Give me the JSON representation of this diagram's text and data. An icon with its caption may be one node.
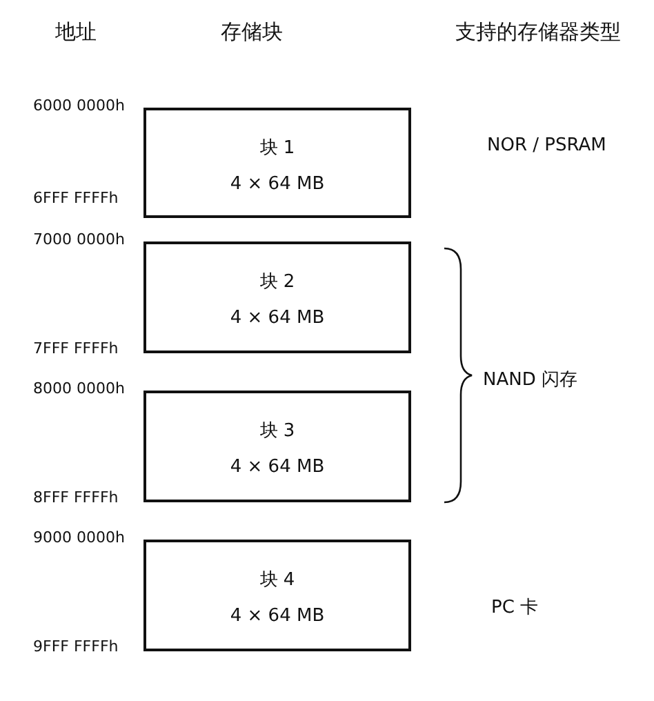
{
  "diagram": {
    "nodes": [
      {
        "text": [
          "块 1",
          "4 × 64 MB"
        ]
      },
      {
        "text": [
          "块 2",
          "4 × 64 MB"
        ]
      },
      {
        "text": [
          "块 3",
          "4 × 64 MB"
        ]
      },
      {
        "text": [
          "块 4",
          "4 × 64 MB"
        ]
      }
    ],
    "labels": [
      "地址",
      "存储块",
      "支持的存储器类型",
      "6000 0000h",
      "NOR / PSRAM",
      "6FFF FFFFh",
      "7000 0000h",
      "7FFF FFFFh",
      "NAND 闪存",
      "8000 0000h",
      "8FFF FFFFh",
      "9000 0000h",
      "PC 卡",
      "9FFF FFFFh"
    ]
  }
}
